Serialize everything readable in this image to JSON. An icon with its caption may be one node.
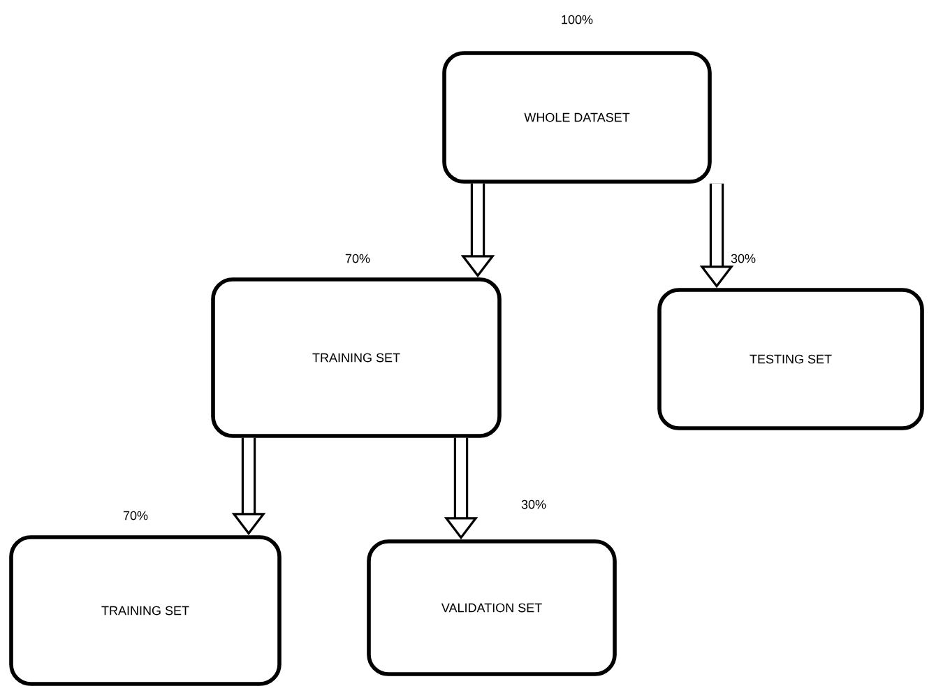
{
  "diagram": {
    "nodes": [
      {
        "text": [
          "WHOLE DATASET"
        ],
        "beside": [
          "100%"
        ]
      },
      {
        "text": [
          "TRAINING SET"
        ],
        "beside": [
          "70%"
        ]
      },
      {
        "text": [
          "TESTING SET"
        ],
        "beside": [
          "30%"
        ]
      },
      {
        "text": [
          "TRAINING SET"
        ],
        "beside": [
          "70%"
        ]
      },
      {
        "text": [
          "VALIDATION SET"
        ],
        "beside": [
          "30%"
        ]
      }
    ],
    "edges": [
      {
        "from": 0,
        "to": 1,
        "arrow": "to"
      },
      {
        "from": 0,
        "to": 2,
        "arrow": "to"
      },
      {
        "from": 1,
        "to": 3,
        "arrow": "to"
      },
      {
        "from": 1,
        "to": 4,
        "arrow": "to"
      }
    ]
  }
}
